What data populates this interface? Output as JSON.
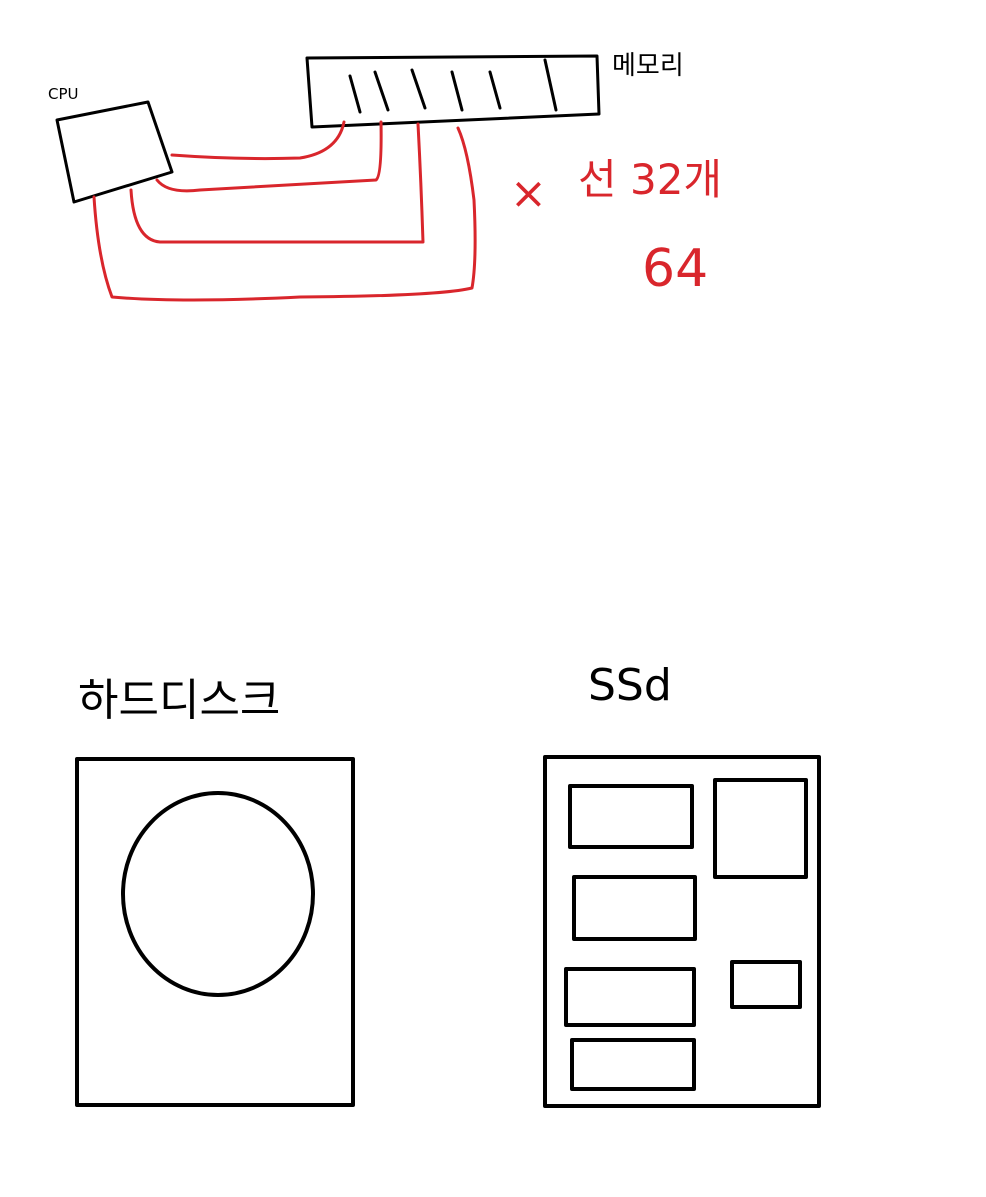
{
  "colors": {
    "ink": "#000000",
    "red": "#d9262c",
    "background": "#ffffff"
  },
  "cpu": {
    "label": "CPU"
  },
  "memory": {
    "label": "메모리"
  },
  "annotation": {
    "multiply": "×",
    "wires": "선 32개",
    "alt": "64"
  },
  "hard_disk": {
    "label": "하드디스크"
  },
  "ssd": {
    "label": "SSd"
  }
}
